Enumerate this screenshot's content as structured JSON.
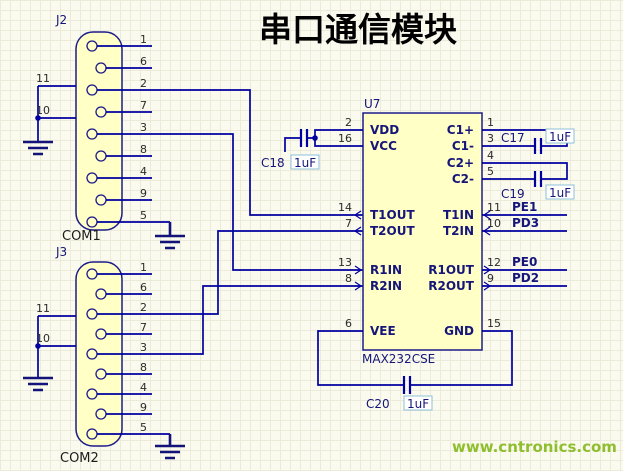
{
  "title": "串口通信模块",
  "watermark": "www.cntronics.com",
  "connectors": {
    "j2": {
      "ref": "J2",
      "name": "COM1",
      "right_pins": [
        "1",
        "6",
        "2",
        "7",
        "3",
        "8",
        "4",
        "9",
        "5"
      ],
      "left_pins": [
        "11",
        "10"
      ]
    },
    "j3": {
      "ref": "J3",
      "name": "COM2",
      "right_pins": [
        "1",
        "6",
        "2",
        "7",
        "3",
        "8",
        "4",
        "9",
        "5"
      ],
      "left_pins": [
        "11",
        "10"
      ]
    }
  },
  "ic": {
    "ref": "U7",
    "part": "MAX232CSE",
    "left_pins": [
      {
        "num": "2",
        "name": "VDD"
      },
      {
        "num": "16",
        "name": "VCC"
      },
      {
        "num": "14",
        "name": "T1OUT"
      },
      {
        "num": "7",
        "name": "T2OUT"
      },
      {
        "num": "13",
        "name": "R1IN"
      },
      {
        "num": "8",
        "name": "R2IN"
      },
      {
        "num": "6",
        "name": "VEE"
      }
    ],
    "right_pins": [
      {
        "num": "1",
        "name": "C1+"
      },
      {
        "num": "3",
        "name": "C1-"
      },
      {
        "num": "4",
        "name": "C2+"
      },
      {
        "num": "5",
        "name": "C2-"
      },
      {
        "num": "11",
        "name": "T1IN"
      },
      {
        "num": "10",
        "name": "T2IN"
      },
      {
        "num": "12",
        "name": "R1OUT"
      },
      {
        "num": "9",
        "name": "R2OUT"
      },
      {
        "num": "15",
        "name": "GND"
      }
    ]
  },
  "capacitors": [
    {
      "ref": "C18",
      "value": "1uF"
    },
    {
      "ref": "C17",
      "value": "1uF"
    },
    {
      "ref": "C19",
      "value": "1uF"
    },
    {
      "ref": "C20",
      "value": "1uF"
    }
  ],
  "nets": [
    "PE1",
    "PD3",
    "PE0",
    "PD2"
  ]
}
